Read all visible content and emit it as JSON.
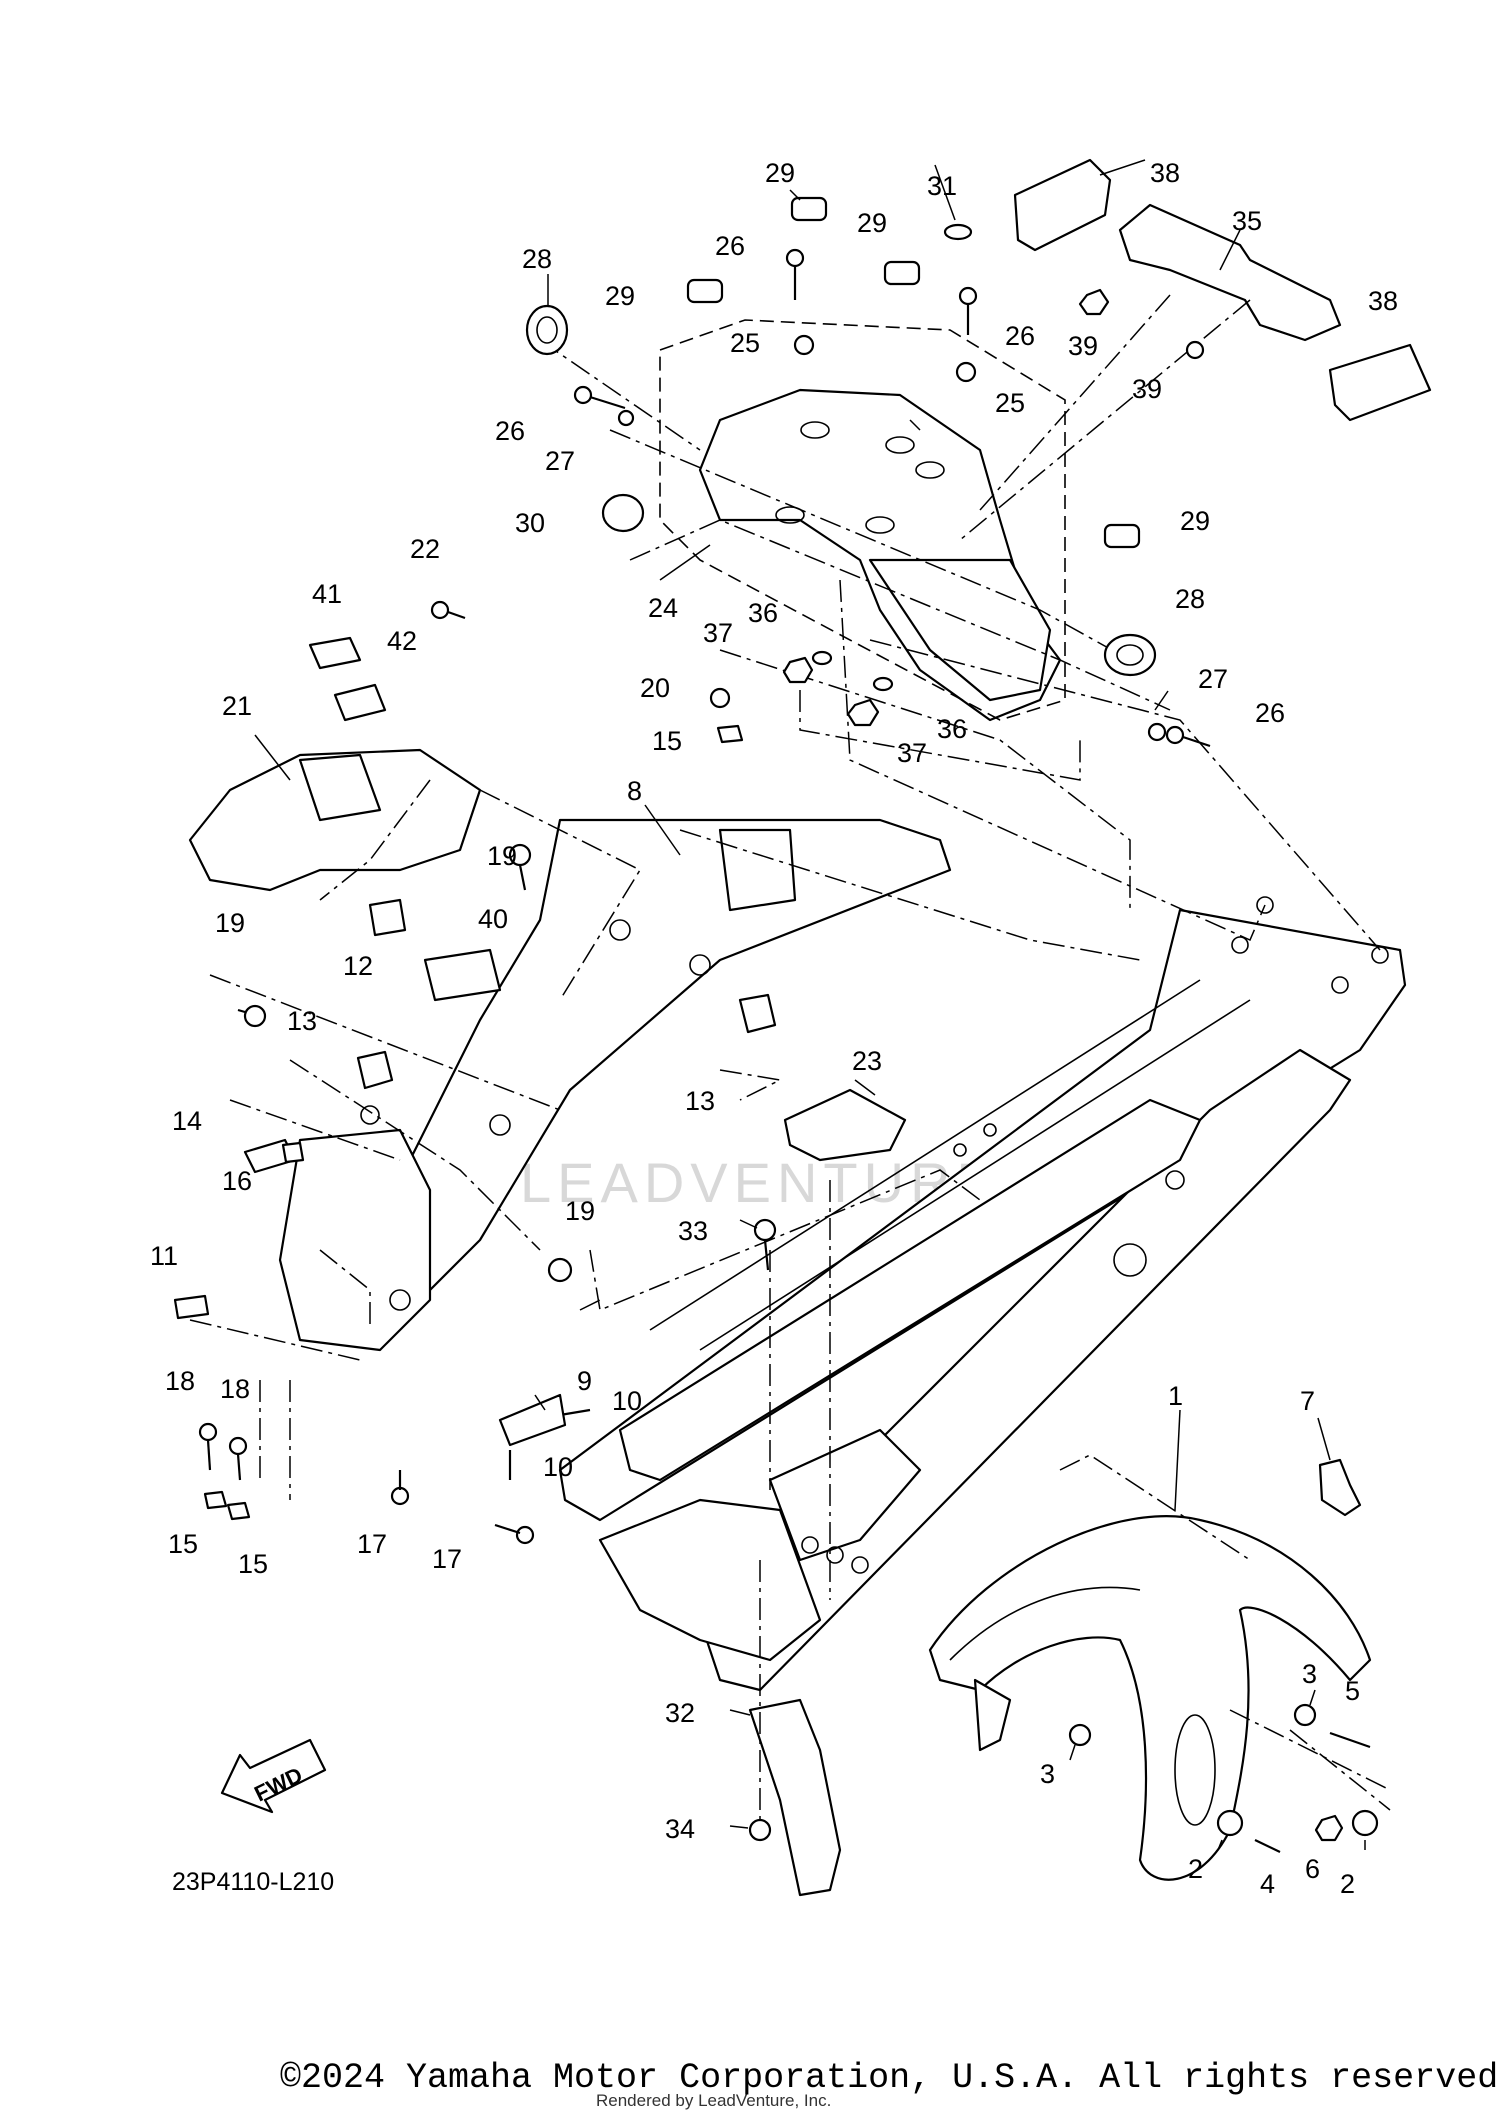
{
  "diagram": {
    "code": "23P4110-L210",
    "fwd_label": "FWD",
    "watermark": "LEADVENTURE",
    "callouts": [
      {
        "id": "c1",
        "text": "1"
      },
      {
        "id": "c2a",
        "text": "2"
      },
      {
        "id": "c2b",
        "text": "2"
      },
      {
        "id": "c3a",
        "text": "3"
      },
      {
        "id": "c3b",
        "text": "3"
      },
      {
        "id": "c4",
        "text": "4"
      },
      {
        "id": "c5",
        "text": "5"
      },
      {
        "id": "c6",
        "text": "6"
      },
      {
        "id": "c7",
        "text": "7"
      },
      {
        "id": "c8",
        "text": "8"
      },
      {
        "id": "c9",
        "text": "9"
      },
      {
        "id": "c10a",
        "text": "10"
      },
      {
        "id": "c10b",
        "text": "10"
      },
      {
        "id": "c11",
        "text": "11"
      },
      {
        "id": "c12",
        "text": "12"
      },
      {
        "id": "c13a",
        "text": "13"
      },
      {
        "id": "c13b",
        "text": "13"
      },
      {
        "id": "c14",
        "text": "14"
      },
      {
        "id": "c15a",
        "text": "15"
      },
      {
        "id": "c15b",
        "text": "15"
      },
      {
        "id": "c15c",
        "text": "15"
      },
      {
        "id": "c16",
        "text": "16"
      },
      {
        "id": "c17a",
        "text": "17"
      },
      {
        "id": "c17b",
        "text": "17"
      },
      {
        "id": "c18a",
        "text": "18"
      },
      {
        "id": "c18b",
        "text": "18"
      },
      {
        "id": "c19a",
        "text": "19"
      },
      {
        "id": "c19b",
        "text": "19"
      },
      {
        "id": "c19c",
        "text": "19"
      },
      {
        "id": "c20",
        "text": "20"
      },
      {
        "id": "c21",
        "text": "21"
      },
      {
        "id": "c22",
        "text": "22"
      },
      {
        "id": "c23",
        "text": "23"
      },
      {
        "id": "c24",
        "text": "24"
      },
      {
        "id": "c25a",
        "text": "25"
      },
      {
        "id": "c25b",
        "text": "25"
      },
      {
        "id": "c26a",
        "text": "26"
      },
      {
        "id": "c26b",
        "text": "26"
      },
      {
        "id": "c26c",
        "text": "26"
      },
      {
        "id": "c26d",
        "text": "26"
      },
      {
        "id": "c27a",
        "text": "27"
      },
      {
        "id": "c27b",
        "text": "27"
      },
      {
        "id": "c28a",
        "text": "28"
      },
      {
        "id": "c28b",
        "text": "28"
      },
      {
        "id": "c29a",
        "text": "29"
      },
      {
        "id": "c29b",
        "text": "29"
      },
      {
        "id": "c29c",
        "text": "29"
      },
      {
        "id": "c29d",
        "text": "29"
      },
      {
        "id": "c30",
        "text": "30"
      },
      {
        "id": "c31",
        "text": "31"
      },
      {
        "id": "c32",
        "text": "32"
      },
      {
        "id": "c33",
        "text": "33"
      },
      {
        "id": "c34",
        "text": "34"
      },
      {
        "id": "c35",
        "text": "35"
      },
      {
        "id": "c36a",
        "text": "36"
      },
      {
        "id": "c36b",
        "text": "36"
      },
      {
        "id": "c37a",
        "text": "37"
      },
      {
        "id": "c37b",
        "text": "37"
      },
      {
        "id": "c38a",
        "text": "38"
      },
      {
        "id": "c38b",
        "text": "38"
      },
      {
        "id": "c39a",
        "text": "39"
      },
      {
        "id": "c39b",
        "text": "39"
      },
      {
        "id": "c40",
        "text": "40"
      },
      {
        "id": "c41",
        "text": "41"
      },
      {
        "id": "c42",
        "text": "42"
      }
    ]
  },
  "footer": {
    "copyright": "©2024 Yamaha Motor Corporation, U.S.A. All rights reserved.",
    "rendered_by": "Rendered by LeadVenture, Inc."
  }
}
